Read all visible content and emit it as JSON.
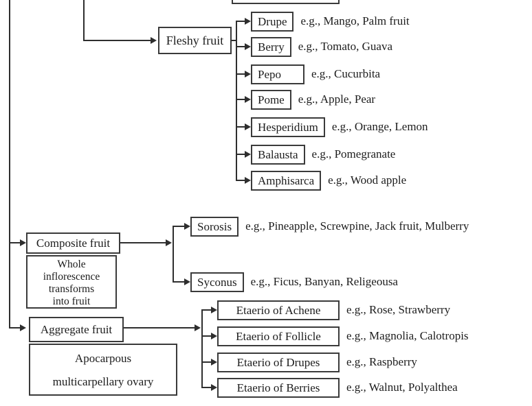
{
  "colors": {
    "background": "#ffffff",
    "ink": "#1c1c1c",
    "line": "#2e2e2e",
    "box_border": "#3a3a3a"
  },
  "fleshy": {
    "label": "Fleshy fruit",
    "children": [
      {
        "label": "Drupe",
        "examples": "e.g., Mango, Palm fruit"
      },
      {
        "label": "Berry",
        "examples": "e.g., Tomato, Guava"
      },
      {
        "label": "Pepo",
        "examples": "e.g., Cucurbita"
      },
      {
        "label": "Pome",
        "examples": "e.g., Apple, Pear"
      },
      {
        "label": "Hesperidium",
        "examples": "e.g., Orange, Lemon"
      },
      {
        "label": "Balausta",
        "examples": "e.g., Pomegranate"
      },
      {
        "label": "Amphisarca",
        "examples": "e.g., Wood apple"
      }
    ]
  },
  "composite": {
    "label": "Composite fruit",
    "note_lines": [
      "Whole",
      "inflorescence",
      "transforms",
      "into fruit"
    ],
    "children": [
      {
        "label": "Sorosis",
        "examples": "e.g., Pineapple, Screwpine, Jack fruit, Mulberry"
      },
      {
        "label": "Syconus",
        "examples": "e.g., Ficus, Banyan, Religeousa"
      }
    ]
  },
  "aggregate": {
    "label": "Aggregate fruit",
    "note_lines": [
      "Apocarpous",
      "multicarpellary ovary"
    ],
    "children": [
      {
        "label": "Etaerio of Achene",
        "examples": "e.g., Rose, Strawberry"
      },
      {
        "label": "Etaerio of Follicle",
        "examples": "e.g., Magnolia, Calotropis"
      },
      {
        "label": "Etaerio of Drupes",
        "examples": "e.g., Raspberry"
      },
      {
        "label": "Etaerio of Berries",
        "examples": "e.g., Walnut, Polyalthea"
      }
    ]
  }
}
